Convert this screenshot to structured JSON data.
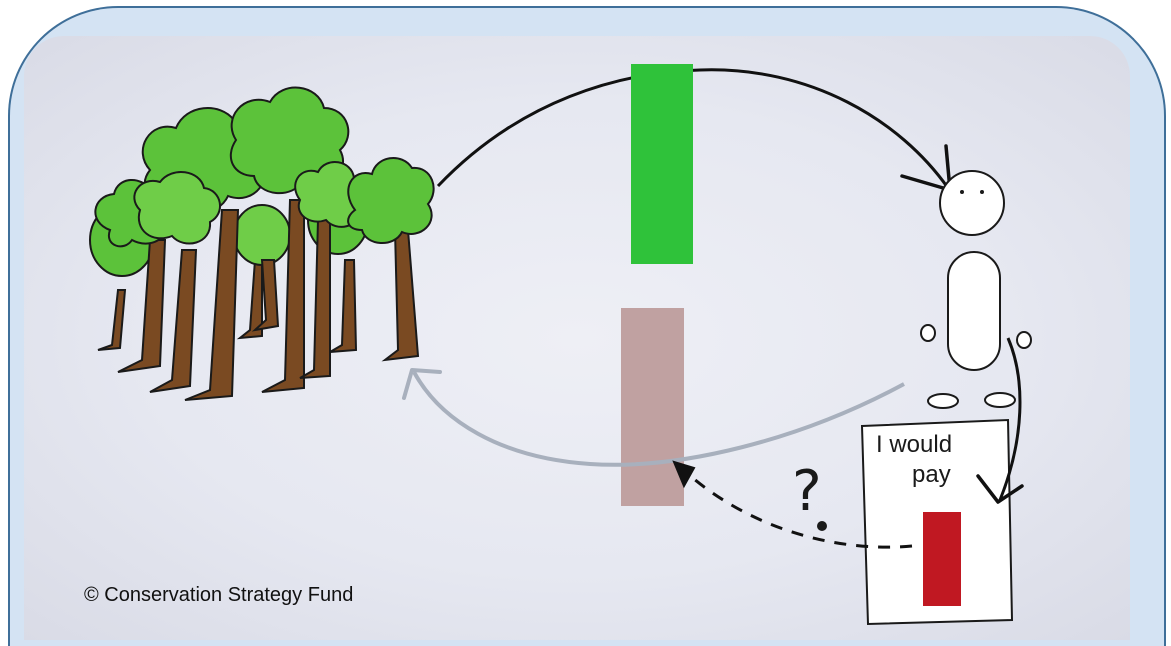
{
  "sign": {
    "line1": "I would",
    "line2": "pay"
  },
  "question_mark": "?",
  "credit": "© Conservation Strategy Fund",
  "colors": {
    "frame_border": "#3f6f99",
    "frame_fill": "#d4e3f3",
    "board": "#e8eaf2",
    "green_bar": "#2fc23a",
    "pink_bar": "#c0a1a1",
    "red_bar": "#c01822",
    "tree_leaves": "#5cc23a",
    "tree_trunk": "#7a4a22",
    "return_arrow": "#a8b0bd"
  }
}
